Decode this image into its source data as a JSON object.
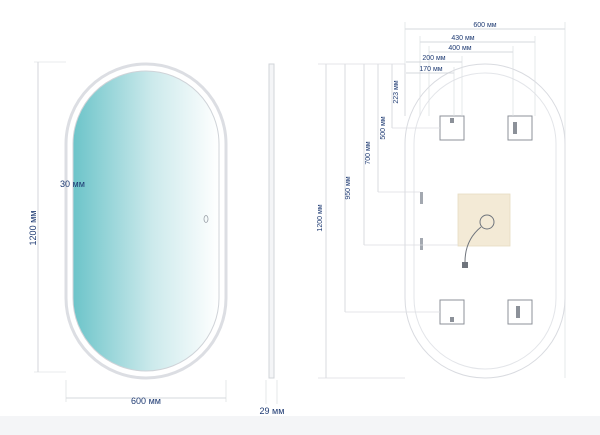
{
  "front_view": {
    "height_label": "1200 мм",
    "width_label": "600 мм",
    "border_label": "30 мм"
  },
  "side_view": {
    "depth_label": "29 мм"
  },
  "back_view": {
    "labels": {
      "total_width": "600 мм",
      "w430": "430 мм",
      "w400": "400 мм",
      "w200": "200 мм",
      "w170": "170 мм",
      "h223": "223 мм",
      "h500": "500 мм",
      "h700": "700 мм",
      "h950": "950 мм",
      "h1200": "1200 мм"
    }
  },
  "colors": {
    "mirror_gradient_start": "#6cc4c9",
    "mirror_gradient_end": "#ffffff",
    "dimension_text": "#1f3b73",
    "dimension_line": "#c9ccd2",
    "outline": "#d9dbe0",
    "power_panel": "#f3ead6"
  },
  "icons": [
    "touch-sensor-icon",
    "mounting-bracket-icon",
    "power-cable-icon"
  ]
}
